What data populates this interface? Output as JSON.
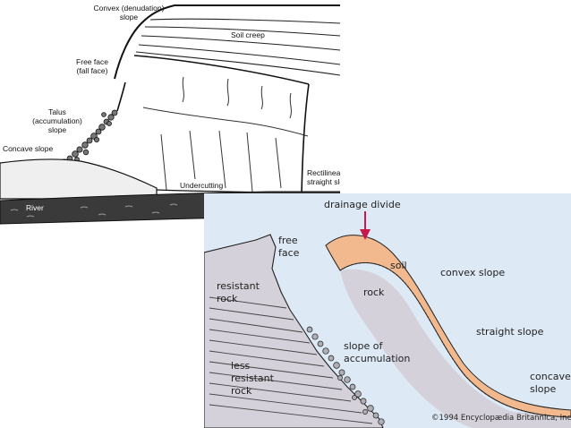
{
  "upper_diagram": {
    "labels": {
      "convex_line1": "Convex (denudation)",
      "convex_line2": "slope",
      "soil_creep": "Soil creep",
      "free_face_line1": "Free face",
      "free_face_line2": "(fall face)",
      "talus_line1": "Talus",
      "talus_line2": "(accumulation)",
      "talus_line3": "slope",
      "concave": "Concave slope",
      "undercutting": "Undercutting",
      "rectilinear_line1": "Rectilinear or",
      "rectilinear_line2": "straight slope",
      "river": "River"
    }
  },
  "lower_diagram": {
    "background_color": "#dde9f5",
    "soil_color": "#f2b98f",
    "rock_color": "#d4d1da",
    "arrow_color": "#c8174a",
    "labels": {
      "drainage_divide": "drainage divide",
      "free_line1": "free",
      "free_line2": "face",
      "soil": "soil",
      "convex": "convex slope",
      "resistant_line1": "resistant",
      "resistant_line2": "rock",
      "rock": "rock",
      "straight": "straight slope",
      "slope_of_line1": "slope of",
      "slope_of_line2": "accumulation",
      "less_line1": "less",
      "less_line2": "resistant",
      "less_line3": "rock",
      "concave_line1": "concave",
      "concave_line2": "slope",
      "copyright": "©1994 Encyclopædia Britannica, Inc."
    }
  }
}
